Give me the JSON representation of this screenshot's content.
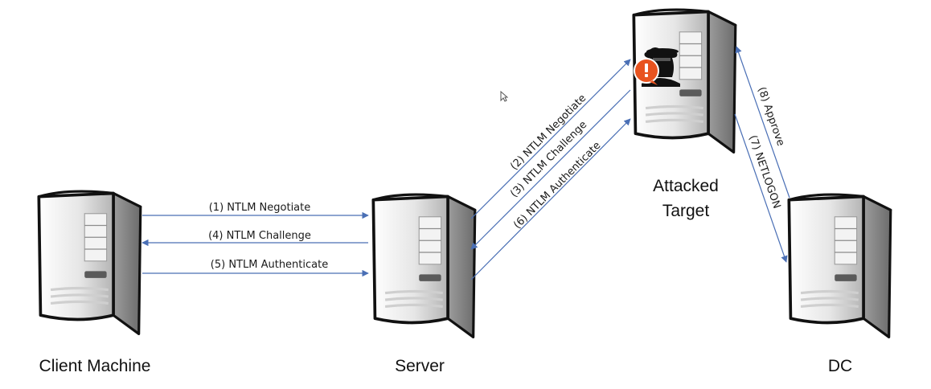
{
  "nodes": {
    "client": {
      "label": "Client Machine",
      "icon": "server-tower-icon"
    },
    "server": {
      "label": "Server",
      "icon": "server-tower-icon"
    },
    "target": {
      "label_line1": "Attacked",
      "label_line2": "Target",
      "icon": "server-tower-icon",
      "badge": "attacker-alert-icon"
    },
    "dc": {
      "label": "DC",
      "icon": "server-tower-icon"
    }
  },
  "messages": [
    {
      "label": "(1) NTLM Negotiate",
      "from": "Client Machine",
      "to": "Server"
    },
    {
      "label": "(4) NTLM Challenge",
      "from": "Server",
      "to": "Client Machine"
    },
    {
      "label": "(5) NTLM Authenticate",
      "from": "Client Machine",
      "to": "Server"
    },
    {
      "label": "(2) NTLM Negotiate",
      "from": "Server",
      "to": "Attacked Target"
    },
    {
      "label": "(3) NTLM Challenge",
      "from": "Attacked Target",
      "to": "Server"
    },
    {
      "label": "(6) NTLM Authenticate",
      "from": "Server",
      "to": "Attacked Target"
    },
    {
      "label": "(7) NETLOGON",
      "from": "Attacked Target",
      "to": "DC"
    },
    {
      "label": "(8) Approve",
      "from": "DC",
      "to": "Attacked Target"
    }
  ],
  "colors": {
    "arrow": "#4a6fb5",
    "badge": "#e8531f",
    "server_light": "#eeeeee",
    "server_dark": "#9b9b9b",
    "outline": "#111111"
  }
}
